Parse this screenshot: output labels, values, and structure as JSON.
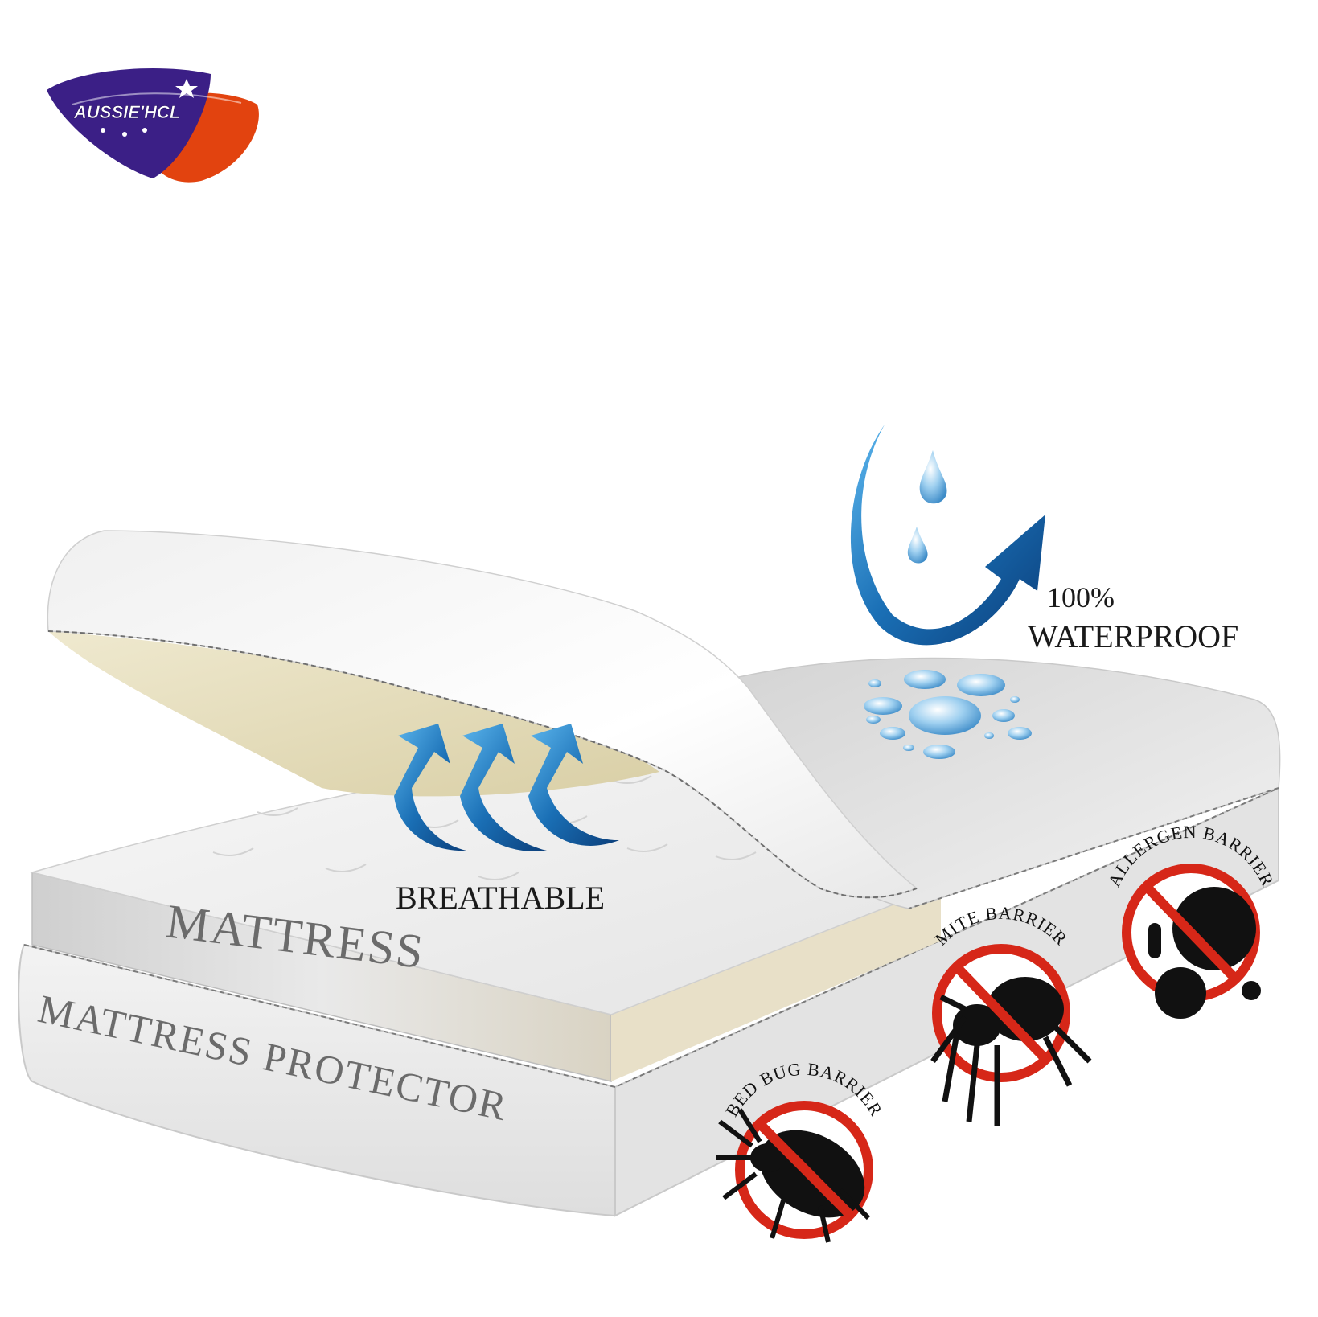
{
  "brand": {
    "logo_text": "AUSSIE'HCL",
    "colors": {
      "purple": "#3b1f86",
      "orange": "#e2430f",
      "white": "#ffffff"
    }
  },
  "labels": {
    "mattress": "MATTRESS",
    "protector": "MATTRESS PROTECTOR",
    "breathable": "BREATHABLE",
    "waterproof_pct": "100%",
    "waterproof": "WATERPROOF"
  },
  "badges": [
    {
      "label": "BED BUG BARRIER",
      "icon": "bed-bug-icon"
    },
    {
      "label": "MITE BARRIER",
      "icon": "mite-icon"
    },
    {
      "label": "ALLERGEN BARRIER",
      "icon": "allergen-icon"
    }
  ],
  "colors": {
    "arrow_blue": "#1a6fb5",
    "no_sign_red": "#d62718",
    "stitch_gray": "#7a7a7a",
    "cream": "#e6dcb6"
  }
}
